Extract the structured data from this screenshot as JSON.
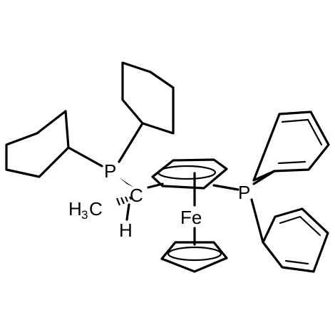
{
  "labels": {
    "p_left": "P",
    "p_right": "P",
    "carbon": "C",
    "iron": "Fe",
    "hydrogen": "H",
    "methyl_h": "H",
    "methyl_sub": "3",
    "methyl_c": "C"
  }
}
